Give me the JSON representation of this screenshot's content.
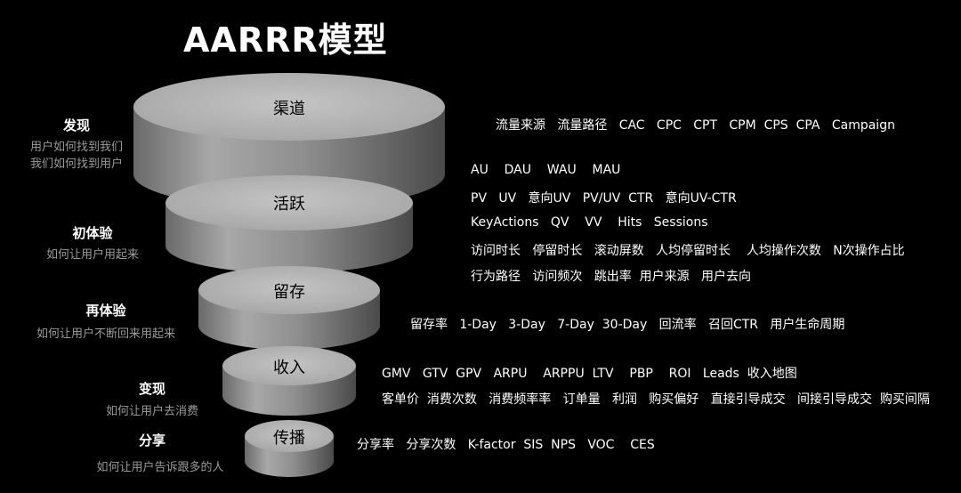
{
  "title": "AARRR模型",
  "colors": {
    "background": "#000000",
    "funnel_light": "#b4b4b4",
    "funnel_mid": "#8a8a8a",
    "funnel_dark": "#5f5f5f",
    "subtext": "#9a9a9a"
  },
  "stages": [
    {
      "label": "渠道"
    },
    {
      "label": "活跃"
    },
    {
      "label": "留存"
    },
    {
      "label": "收入"
    },
    {
      "label": "传播"
    }
  ],
  "descriptions": [
    {
      "title": "发现",
      "lines": [
        "用户如何找到我们",
        "我们如何找到用户"
      ]
    },
    {
      "title": "初体验",
      "lines": [
        "如何让用户用起来"
      ]
    },
    {
      "title": "再体验",
      "lines": [
        "如何让用户不断回来用起来"
      ]
    },
    {
      "title": "变现",
      "lines": [
        "如何让用户去消费"
      ]
    },
    {
      "title": "分享",
      "lines": [
        "如何让用户告诉跟多的人"
      ]
    }
  ],
  "metrics": {
    "acquisition": [
      "流量来源   流量路径   CAC   CPC   CPT   CPM  CPS  CPA   Campaign"
    ],
    "activation": [
      "AU    DAU    WAU    MAU",
      "PV   UV   意向UV   PV/UV  CTR   意向UV-CTR",
      "KeyActions   QV    VV    Hits   Sessions",
      "访问时长   停留时长   滚动屏数   人均停留时长    人均操作次数   N次操作占比",
      "行为路径   访问频次   跳出率  用户来源   用户去向"
    ],
    "retention": [
      "留存率   1-Day   3-Day   7-Day  30-Day   回流率   召回CTR   用户生命周期"
    ],
    "revenue": [
      "GMV   GTV  GPV   ARPU    ARPPU  LTV    PBP    ROI   Leads  收入地图",
      "客单价  消费次数   消费频率率   订单量   利润   购买偏好   直接引导成交   间接引导成交  购买间隔"
    ],
    "referral": [
      "分享率   分享次数   K-factor  SIS  NPS   VOC    CES"
    ]
  }
}
